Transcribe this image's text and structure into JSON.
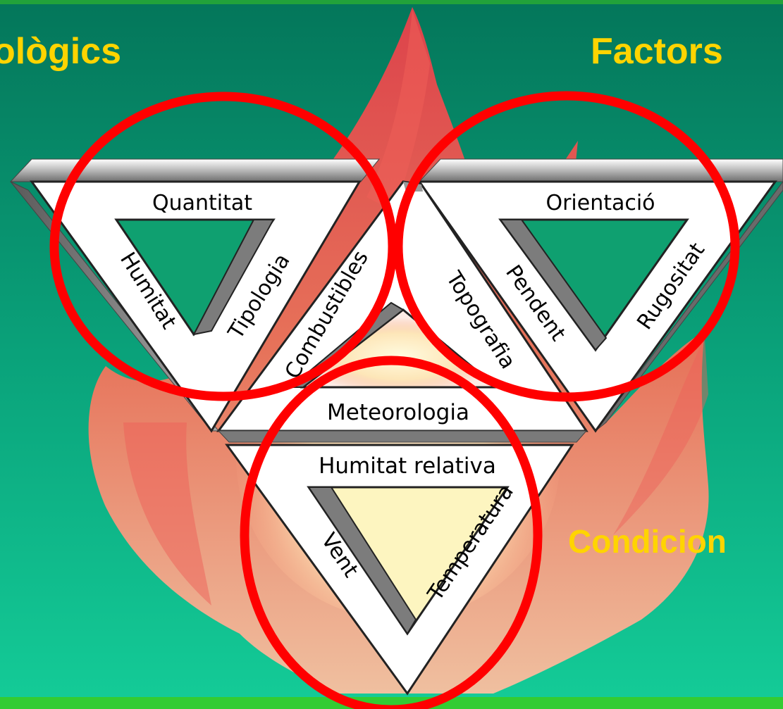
{
  "headers": {
    "left": "ològics",
    "right": "Factors",
    "bottom_right": "Condicion"
  },
  "triangles": {
    "combustibles": {
      "top": "Quantitat",
      "left": "Humitat",
      "right": "Tipologia"
    },
    "topografia": {
      "top": "Orientació",
      "left": "Pendent",
      "right": "Rugositat"
    },
    "meteorologia": {
      "top": "Humitat relativa",
      "left": "Vent",
      "right": "Temperatura"
    }
  },
  "central": {
    "left_edge": "Combustibles",
    "right_edge": "Topografia",
    "bottom_edge": "Meteorologia"
  },
  "colors": {
    "background": "#0c9a6c",
    "header_text": "#ffd400",
    "circle_stroke": "#ff0000",
    "frame_fill": "#ffffff",
    "bevel_gray": "#7a7a7a",
    "flame": "#f0705a",
    "bottom_bar": "#33cc33"
  }
}
